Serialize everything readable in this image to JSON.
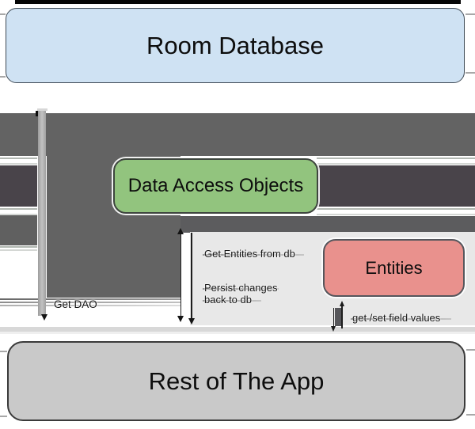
{
  "diagram": {
    "nodes": {
      "room_database": {
        "label": "Room Database",
        "fill": "#cfe2f3"
      },
      "dao": {
        "label": "Data Access Objects",
        "fill": "#92c47e"
      },
      "entities": {
        "label": "Entities",
        "fill": "#e9918d"
      },
      "rest_of_app": {
        "label": "Rest of The App",
        "fill": "#c9c9c9"
      }
    },
    "edge_labels": {
      "get_dao": "Get DAO",
      "get_entities": "Get Entities from db",
      "persist_line1": "Persist changes",
      "persist_line2": "back to db",
      "get_set": "get /set field values"
    },
    "colors": {
      "arrow_shaft": "#636363",
      "arrow_shaft_dark": "#49444a",
      "arrow_shaft_mid": "#5c5c5e",
      "label_panel": "#e8e8e8",
      "strip": "#b0b0b0",
      "top_bar": "#000000"
    }
  }
}
